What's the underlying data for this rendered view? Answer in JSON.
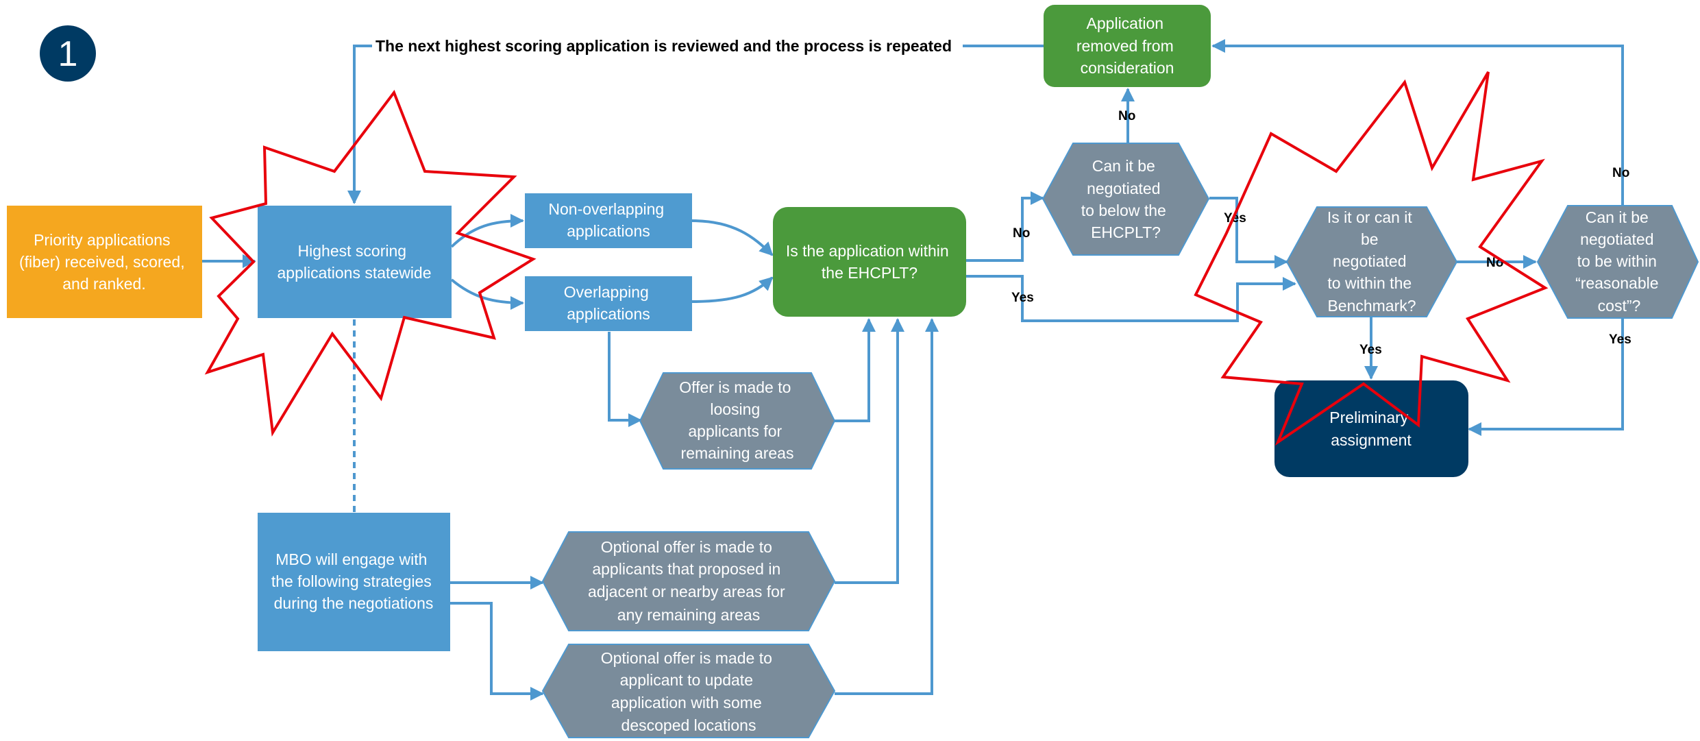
{
  "colors": {
    "orange": "#f5a71f",
    "blue": "#4f9bd0",
    "green": "#4b9a3c",
    "slate": "#7a8c9b",
    "navy": "#003a63",
    "edge": "#4e98cf",
    "burst": "#e8000c"
  },
  "badge": {
    "label": "1"
  },
  "nodes": {
    "priority_applications": {
      "lines": [
        "Priority applications",
        "(fiber) received, scored,",
        "and ranked."
      ]
    },
    "highest_scoring": {
      "lines": [
        "Highest scoring",
        "applications statewide"
      ]
    },
    "non_overlapping": {
      "lines": [
        "Non-overlapping",
        "applications"
      ]
    },
    "overlapping": {
      "lines": [
        "Overlapping",
        "applications"
      ]
    },
    "within_ehcplt": {
      "lines": [
        "Is the application within",
        "the EHCPLT?"
      ]
    },
    "offer_loosing": {
      "lines": [
        "Offer is made to",
        "loosing",
        "applicants for",
        "remaining areas"
      ]
    },
    "mbo_engage": {
      "lines": [
        "MBO will engage with",
        "the following strategies",
        "during the negotiations"
      ]
    },
    "optional_adjacent": {
      "lines": [
        "Optional offer is made to",
        "applicants that proposed in",
        "adjacent or nearby areas for",
        "any remaining areas"
      ]
    },
    "optional_descoped": {
      "lines": [
        "Optional offer is made to",
        "applicant to update",
        "application with some",
        "descoped locations"
      ]
    },
    "removed": {
      "lines": [
        "Application",
        "removed from",
        "consideration"
      ]
    },
    "negotiated_below": {
      "lines": [
        "Can it be",
        "negotiated",
        "to below the",
        "EHCPLT?"
      ]
    },
    "within_benchmark": {
      "lines": [
        "Is it or can it",
        "be",
        "negotiated",
        "to within the",
        "Benchmark?"
      ]
    },
    "reasonable_cost": {
      "lines": [
        "Can it be",
        "negotiated",
        "to be within",
        "“reasonable",
        "cost”?"
      ]
    },
    "preliminary": {
      "lines": [
        "Preliminary",
        "assignment"
      ]
    }
  },
  "edge_labels": {
    "repeat": "The next highest scoring application is reviewed and the process is repeated",
    "ehcplt_no": "No",
    "ehcplt_yes": "Yes",
    "below_no": "No",
    "below_yes": "Yes",
    "benchmark_no": "No",
    "benchmark_yes": "Yes",
    "reasonable_no": "No",
    "reasonable_yes": "Yes"
  }
}
